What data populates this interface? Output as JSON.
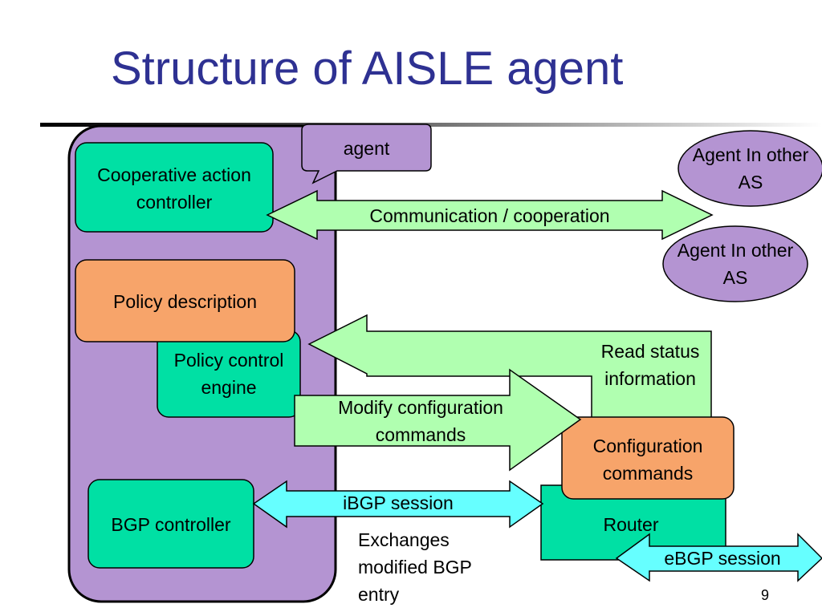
{
  "slide": {
    "title": "Structure of AISLE agent",
    "page_number": "9"
  },
  "diagram": {
    "callout_label": "agent",
    "nodes": {
      "cooperative_action_controller": "Cooperative action controller",
      "policy_description": "Policy description",
      "policy_control_engine": "Policy control engine",
      "bgp_controller": "BGP controller",
      "configuration_commands": "Configuration commands",
      "router": "Router",
      "agent_other_as_1": "Agent In other AS",
      "agent_other_as_2": "Agent In other AS"
    },
    "arrows": {
      "communication": "Communication / cooperation",
      "read_status": "Read status information",
      "modify_config": "Modify configuration commands",
      "ibgp": "iBGP session",
      "ebgp": "eBGP session"
    },
    "note": "Exchanges modified BGP entry"
  },
  "colors": {
    "title": "#2e3192",
    "agent_container": "#b494d2",
    "node_green": "#00e0a4",
    "node_orange": "#f7a46a",
    "arrow_light_green": "#b0ffb0",
    "arrow_cyan": "#66ffff",
    "outline": "#000000"
  }
}
